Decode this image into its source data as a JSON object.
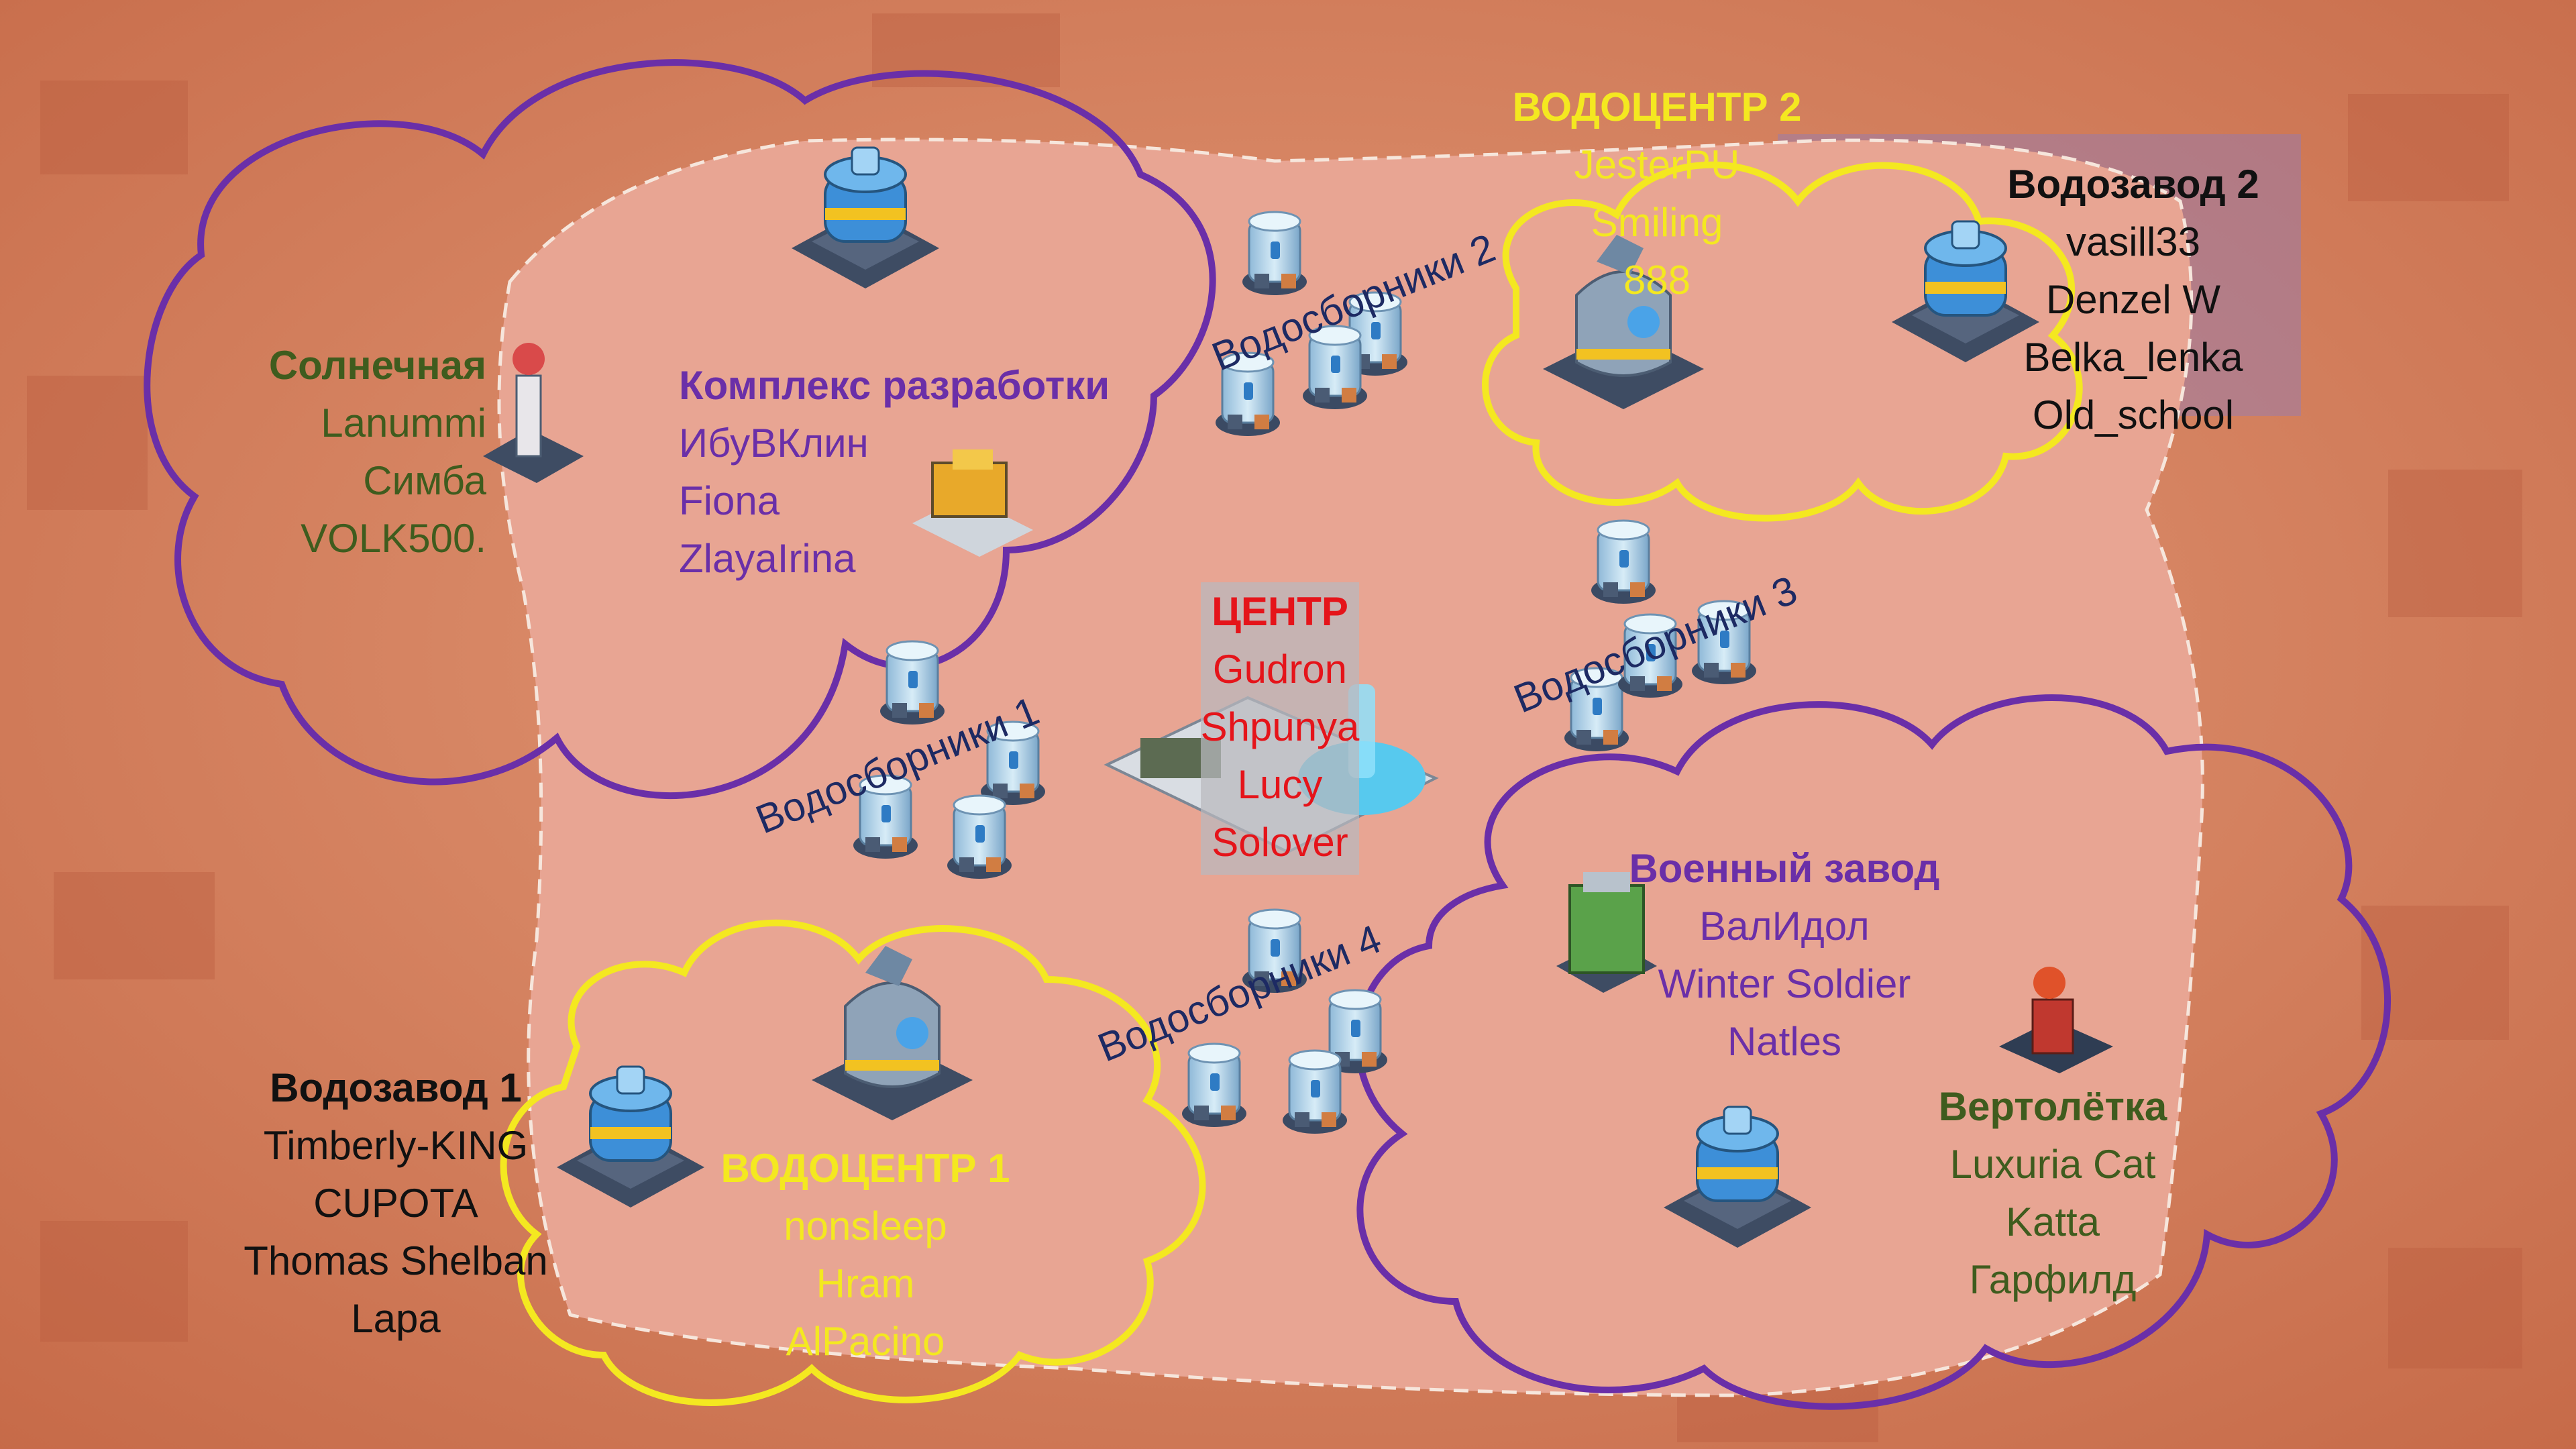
{
  "colors": {
    "purple": "#6a2fa8",
    "yellow": "#f4e820",
    "green": "#3f5c1e",
    "red": "#e5141a",
    "navy": "#1d2a63",
    "black": "#111111"
  },
  "zones": {
    "solnechnaya": {
      "title": "Солнечная",
      "players": [
        "Lanummi",
        "Симба",
        "VOLK500."
      ]
    },
    "kompleks": {
      "title": "Комплекс разработки",
      "players": [
        "ИбуВКлин",
        "Fiona",
        "ZlayaIrina"
      ]
    },
    "vodocentr2": {
      "title": "ВОДОЦЕНТР 2",
      "players": [
        "JesterPU",
        "Smiling",
        "888"
      ]
    },
    "vodozavod2": {
      "title": "Водозавод 2",
      "players": [
        "vasill33",
        "Denzel W",
        "Belka_lenka",
        "Old_school"
      ]
    },
    "centr": {
      "title": "ЦЕНТР",
      "players": [
        "Gudron",
        "Shpunya",
        "Lucy",
        "Solover"
      ]
    },
    "voenny": {
      "title": "Военный завод",
      "players": [
        "ВалИдол",
        "Winter Soldier",
        "Natles"
      ]
    },
    "vertoletka": {
      "title": "Вертолётка",
      "players": [
        "Luxuria Cat",
        "Katta",
        "Гарфилд"
      ]
    },
    "vodozavod1": {
      "title": "Водозавод 1",
      "players": [
        "Timberly-KING",
        "CUPOTA",
        "Thomas Shelban",
        "Lapa"
      ]
    },
    "vodocentr1": {
      "title": "ВОДОЦЕНТР 1",
      "players": [
        "nonsleep",
        "Hram",
        "AlPacino"
      ]
    }
  },
  "water_collectors": {
    "w1": "Водосборники 1",
    "w2": "Водосборники 2",
    "w3": "Водосборники 3",
    "w4": "Водосборники 4"
  }
}
